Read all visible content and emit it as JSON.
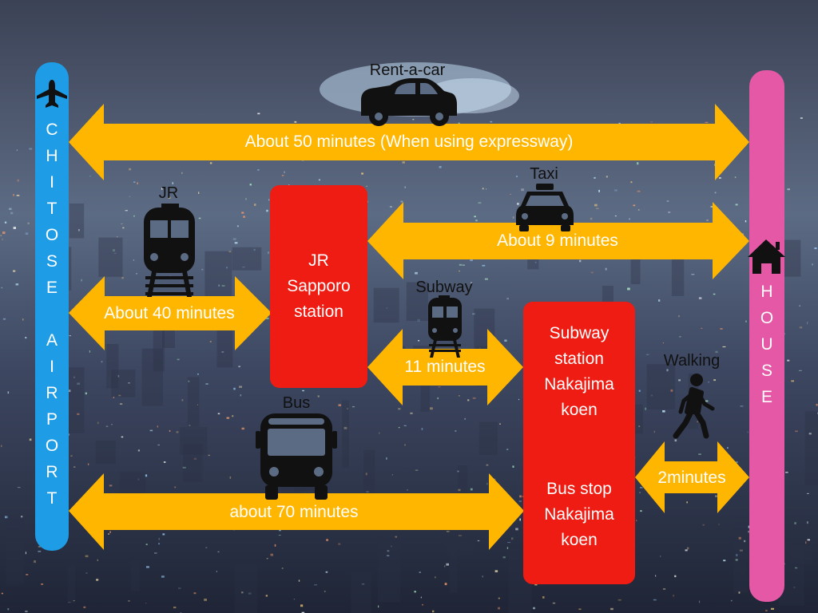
{
  "colors": {
    "airport_bar": "#1e9de6",
    "house_bar": "#e558a6",
    "arrow": "#ffb600",
    "station_box": "#ee1c12",
    "label_text": "#ffffff",
    "mode_text": "#111111"
  },
  "airport": {
    "icon": "airplane-icon",
    "letters": [
      "C",
      "H",
      "I",
      "T",
      "O",
      "S",
      "E",
      "",
      "A",
      "I",
      "R",
      "P",
      "O",
      "R",
      "T"
    ]
  },
  "house": {
    "icon": "house-icon",
    "letters": [
      "H",
      "O",
      "U",
      "S",
      "E"
    ]
  },
  "stations": {
    "jr_sapporo": {
      "lines": [
        "JR",
        "Sapporo",
        "station"
      ]
    },
    "nakajima": {
      "subway_lines": [
        "Subway",
        "station",
        "Nakajima",
        "koen"
      ],
      "bus_lines": [
        "Bus stop",
        "Nakajima",
        "koen"
      ]
    }
  },
  "modes": {
    "rent_a_car": {
      "label": "Rent-a-car",
      "icon": "car-icon"
    },
    "taxi": {
      "label": "Taxi",
      "icon": "taxi-icon"
    },
    "jr": {
      "label": "JR",
      "icon": "train-icon"
    },
    "subway": {
      "label": "Subway",
      "icon": "subway-train-icon"
    },
    "bus": {
      "label": "Bus",
      "icon": "bus-icon"
    },
    "walking": {
      "label": "Walking",
      "icon": "walking-person-icon"
    }
  },
  "routes": {
    "car": {
      "text": "About 50 minutes (When using expressway)"
    },
    "taxi": {
      "text": "About 9 minutes"
    },
    "jr": {
      "text": "About 40 minutes"
    },
    "subway": {
      "text": "11 minutes"
    },
    "bus": {
      "text": "about 70 minutes"
    },
    "walking": {
      "text": "2minutes"
    }
  }
}
